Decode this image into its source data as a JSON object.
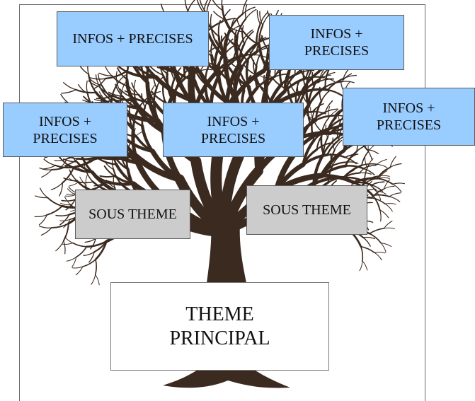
{
  "colors": {
    "info_fill": "#99ccff",
    "sub_fill": "#cccccc",
    "main_fill": "#ffffff",
    "tree": "#3b2a1f",
    "frame": "#6b6b6b"
  },
  "diagram": {
    "info_boxes": [
      {
        "label": "INFOS + PRECISES"
      },
      {
        "label": "INFOS +\nPRECISES"
      },
      {
        "label": "INFOS +\nPRECISES"
      },
      {
        "label": "INFOS +\nPRECISES"
      },
      {
        "label": "INFOS +\nPRECISES"
      }
    ],
    "sub_themes": [
      {
        "label": "SOUS THEME"
      },
      {
        "label": "SOUS THEME"
      }
    ],
    "main_theme": {
      "label": "THEME\nPRINCIPAL"
    }
  },
  "icons": {
    "tree": "tree-illustration"
  }
}
